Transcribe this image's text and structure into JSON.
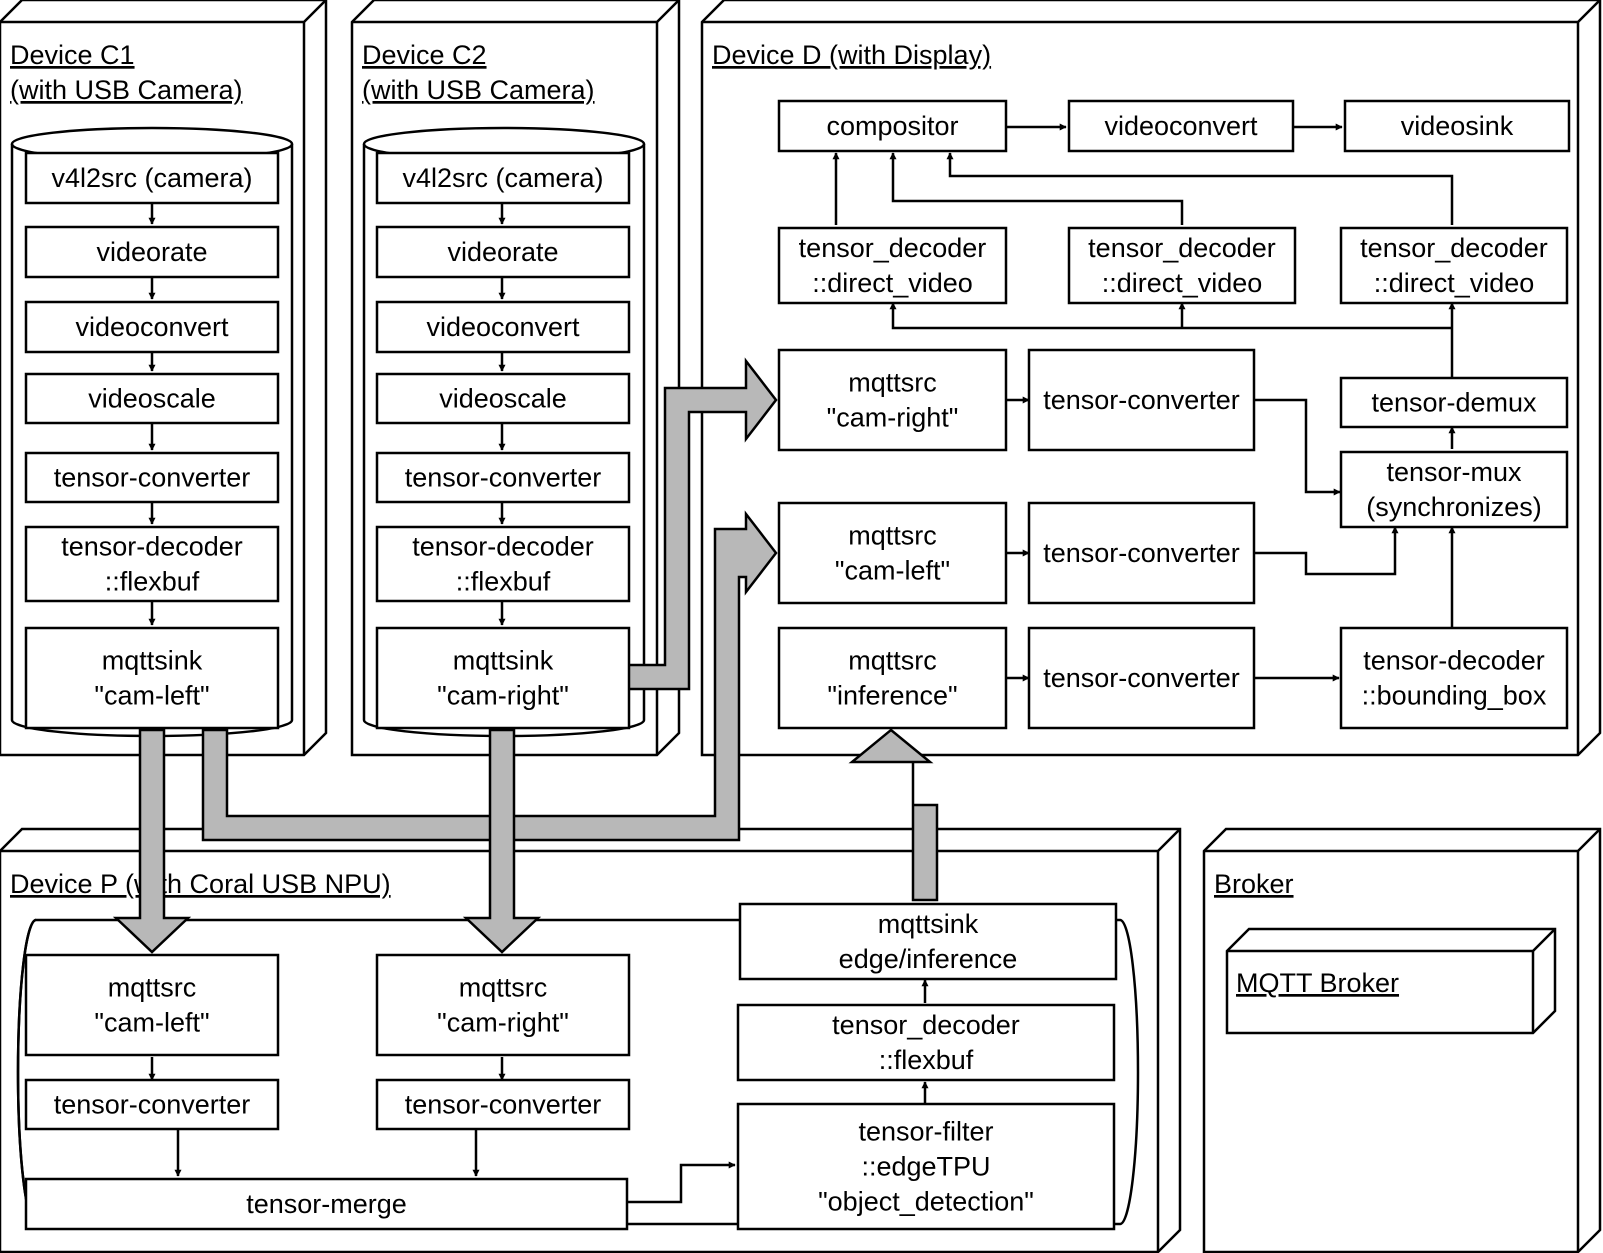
{
  "devices": {
    "c1": {
      "title_line1": "Device C1",
      "title_line2": "(with USB Camera)"
    },
    "c2": {
      "title_line1": "Device C2",
      "title_line2": "(with USB Camera)"
    },
    "d": {
      "title": "Device D (with Display)"
    },
    "p": {
      "title": "Device P (with Coral USB NPU)"
    },
    "broker": {
      "title": "Broker",
      "node": "MQTT Broker"
    }
  },
  "c1_pipeline": [
    [
      "v4l2src (camera)"
    ],
    [
      "videorate"
    ],
    [
      "videoconvert"
    ],
    [
      "videoscale"
    ],
    [
      "tensor-converter"
    ],
    [
      "tensor-decoder",
      "::flexbuf"
    ],
    [
      "mqttsink",
      "\"cam-left\""
    ]
  ],
  "c2_pipeline": [
    [
      "v4l2src (camera)"
    ],
    [
      "videorate"
    ],
    [
      "videoconvert"
    ],
    [
      "videoscale"
    ],
    [
      "tensor-converter"
    ],
    [
      "tensor-decoder",
      "::flexbuf"
    ],
    [
      "mqttsink",
      "\"cam-right\""
    ]
  ],
  "d_elements": {
    "compositor": [
      "compositor"
    ],
    "videoconvert": [
      "videoconvert"
    ],
    "videosink": [
      "videosink"
    ],
    "dec1": [
      "tensor_decoder",
      "::direct_video"
    ],
    "dec2": [
      "tensor_decoder",
      "::direct_video"
    ],
    "dec3": [
      "tensor_decoder",
      "::direct_video"
    ],
    "src_right": [
      "mqttsrc",
      "\"cam-right\""
    ],
    "conv_right": [
      "tensor-converter"
    ],
    "src_left": [
      "mqttsrc",
      "\"cam-left\""
    ],
    "conv_left": [
      "tensor-converter"
    ],
    "src_inf": [
      "mqttsrc",
      "\"inference\""
    ],
    "conv_inf": [
      "tensor-converter"
    ],
    "demux": [
      "tensor-demux"
    ],
    "mux": [
      "tensor-mux",
      "(synchronizes)"
    ],
    "bbox": [
      "tensor-decoder",
      "::bounding_box"
    ]
  },
  "p_elements": {
    "src_left": [
      "mqttsrc",
      "\"cam-left\""
    ],
    "conv_left": [
      "tensor-converter"
    ],
    "src_right": [
      "mqttsrc",
      "\"cam-right\""
    ],
    "conv_right": [
      "tensor-converter"
    ],
    "merge": [
      "tensor-merge"
    ],
    "filter": [
      "tensor-filter",
      "::edgeTPU",
      "\"object_detection\""
    ],
    "dec": [
      "tensor_decoder",
      "::flexbuf"
    ],
    "sink": [
      "mqttsink",
      "edge/inference"
    ]
  }
}
